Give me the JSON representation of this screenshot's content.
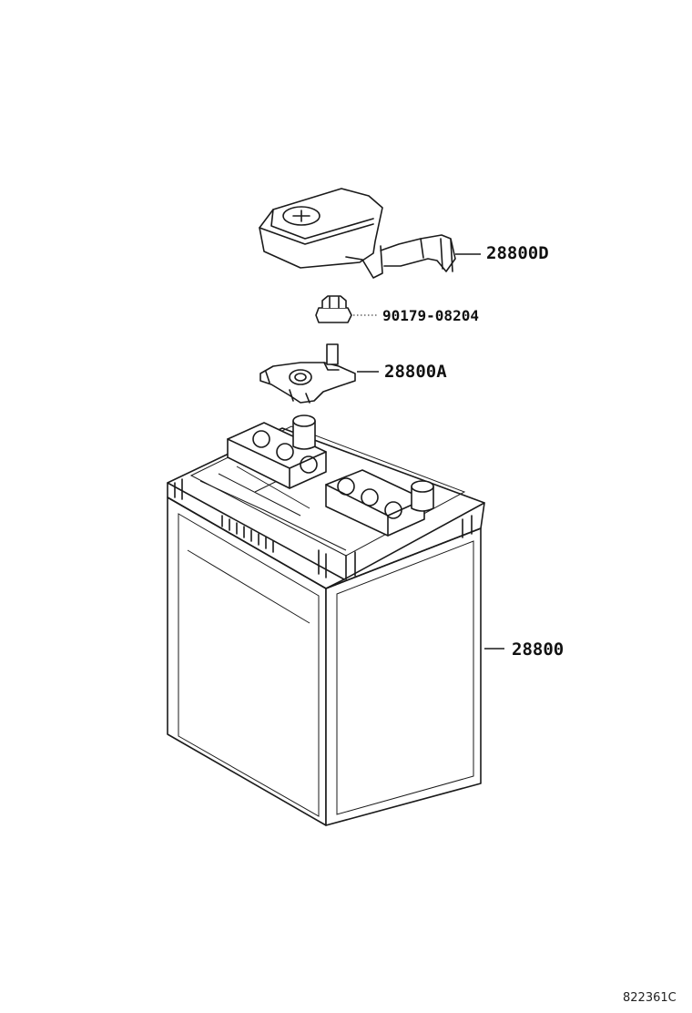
{
  "diagram": {
    "parts": [
      {
        "id": "cover",
        "number": "28800D",
        "icon": "terminal-cover"
      },
      {
        "id": "bolt",
        "number": "90179-08204",
        "icon": "nut"
      },
      {
        "id": "clamp",
        "number": "28800A",
        "icon": "battery-terminal-clamp"
      },
      {
        "id": "battery",
        "number": "28800",
        "icon": "battery"
      }
    ],
    "illustration_code": "822361C"
  }
}
